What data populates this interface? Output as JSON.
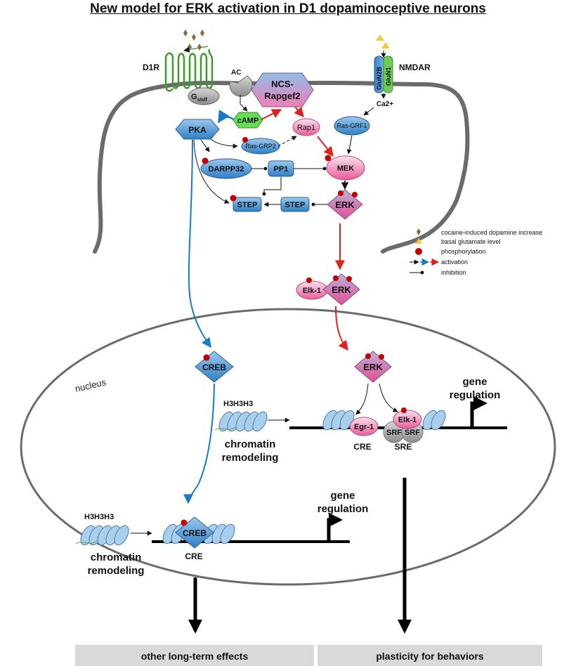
{
  "title": "New model for ERK activation in D1 dopaminoceptive neurons",
  "colors": {
    "activation_red": "#e0201b",
    "activation_blue": "#1b79c9",
    "phospho": "#c00000",
    "membrane": "#6b6b6b",
    "receptor_green": "#3f9a2c",
    "camp_green": "#66dd55",
    "dopamine": "#8a6a3a",
    "glutamate": "#f3c93b",
    "output_box": "#d9d9d9"
  },
  "receptors": {
    "d1r": "D1R",
    "ac": "AC",
    "gs": "G",
    "gs_sub": "s/olf",
    "nmdar": "NMDAR",
    "glun2b": "GluN2B",
    "glun1": "GluN1"
  },
  "nodes": {
    "ncs_line1": "NCS-",
    "ncs_line2": "Rapgef2",
    "camp": "cAMP",
    "pka": "PKA",
    "rap1": "Rap1",
    "ca2": "Ca2+",
    "ras_grf1": "Ras-GRF1",
    "ras_grp2": "Ras-GRP2",
    "darpp32": "DARPP32",
    "pp1": "PP1",
    "mek": "MEK",
    "step1": "STEP",
    "step2": "STEP",
    "erk_cyto": "ERK",
    "elk1_cyto": "Elk-1",
    "erk_mid": "ERK",
    "erk_nuc": "ERK",
    "creb_upper": "CREB",
    "creb_lower": "CREB"
  },
  "nucleus": {
    "label": "nucleus",
    "histone_upper": "H3H3H3",
    "histone_lower": "H3H3H3",
    "chromatin_upper_1": "chromatin",
    "chromatin_upper_2": "remodeling",
    "chromatin_lower_1": "chromatin",
    "chromatin_lower_2": "remodeling",
    "egr1": "Egr-1",
    "elk1": "Elk-1",
    "srf1": "SRF",
    "srf2": "SRF",
    "cre_upper": "CRE",
    "sre": "SRE",
    "cre_lower": "CRE",
    "gene_upper_1": "gene",
    "gene_upper_2": "regulation",
    "gene_lower_1": "gene",
    "gene_lower_2": "regulation"
  },
  "legend": [
    {
      "icon": "diamond-icon",
      "label": "cocaine-induced dopamine increase"
    },
    {
      "icon": "triangle-icon",
      "label": "basal glutamate level"
    },
    {
      "icon": "circle-icon",
      "label": "phosphorylation"
    },
    {
      "icon": "activation-arrows-icon",
      "label": "activation"
    },
    {
      "icon": "inhibition-icon",
      "label": "inhibition"
    }
  ],
  "outputs": {
    "left": "other long-term effects",
    "right": "plasticity for behaviors"
  }
}
